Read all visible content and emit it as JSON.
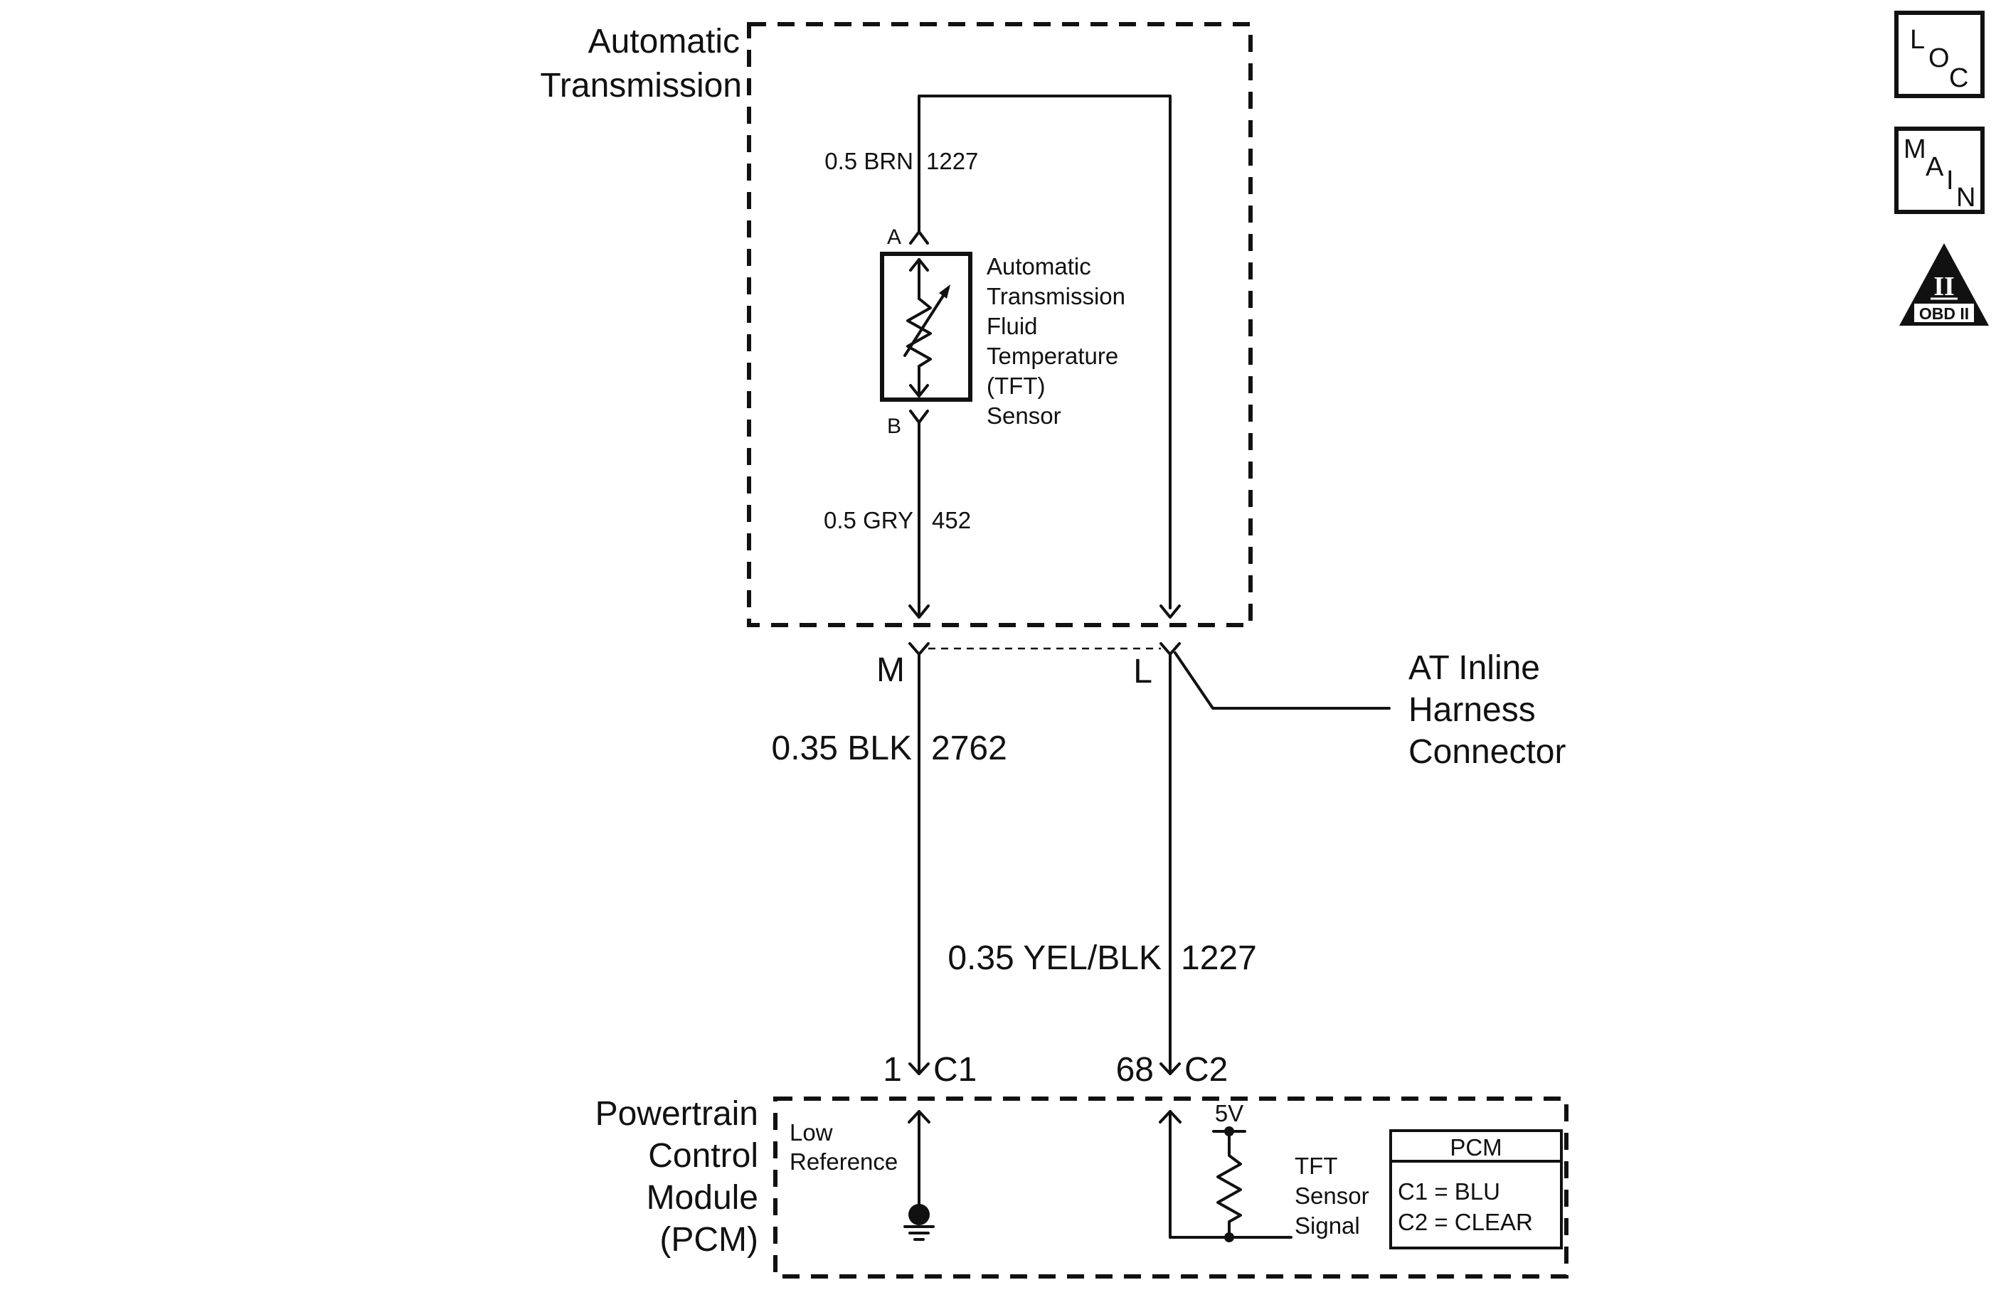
{
  "transmission": {
    "label_line1": "Automatic",
    "label_line2": "Transmission"
  },
  "sensor": {
    "label_lines": [
      "Automatic",
      "Transmission",
      "Fluid",
      "Temperature",
      "(TFT)",
      "Sensor"
    ],
    "pin_a": "A",
    "pin_b": "B"
  },
  "wires": {
    "brn": {
      "gauge_color": "0.5 BRN",
      "circuit": "1227"
    },
    "gry": {
      "gauge_color": "0.5 GRY",
      "circuit": "452"
    },
    "blk": {
      "gauge_color": "0.35 BLK",
      "circuit": "2762"
    },
    "yel_blk": {
      "gauge_color": "0.35 YEL/BLK",
      "circuit": "1227"
    }
  },
  "inline_connector": {
    "pin_m": "M",
    "pin_l": "L",
    "label_lines": [
      "AT Inline",
      "Harness",
      "Connector"
    ]
  },
  "pcm": {
    "label_lines": [
      "Powertrain",
      "Control",
      "Module",
      "(PCM)"
    ],
    "pin_low": "1",
    "conn_low": "C1",
    "pin_signal": "68",
    "conn_signal": "C2",
    "low_ref_line1": "Low",
    "low_ref_line2": "Reference",
    "voltage": "5V",
    "signal_lines": [
      "TFT",
      "Sensor",
      "Signal"
    ],
    "legend_title": "PCM",
    "legend_rows": [
      "C1 = BLU",
      "C2 = CLEAR"
    ]
  },
  "nav": {
    "loc": [
      "L",
      "O",
      "C"
    ],
    "main": [
      "M",
      "A",
      "I",
      "N"
    ],
    "obd_roman": "II",
    "obd_text": "OBD II"
  }
}
